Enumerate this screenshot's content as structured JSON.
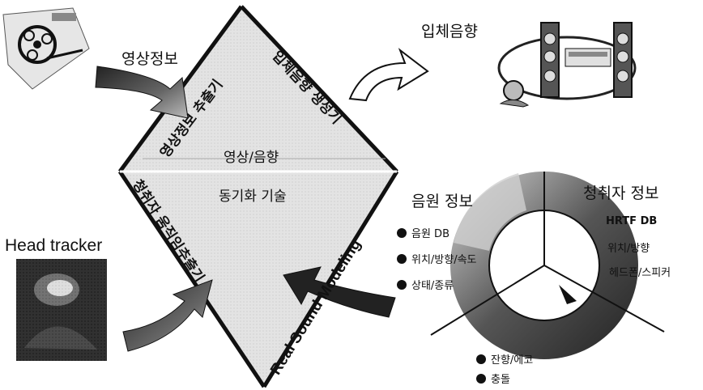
{
  "labels": {
    "video_info": "영상정보",
    "stereo_sound": "입체음향",
    "head_tracker": "Head tracker",
    "source_info": "음원 정보",
    "listener_info": "청취자 정보",
    "center_line1": "영상/음향",
    "center_line2": "동기화 기술",
    "edge_top_left": "영상정보 추출기",
    "edge_top_right": "입체음향 생성기",
    "edge_bottom_left": "청취자 움직임추출기",
    "edge_bottom_right": "Real Sound Modeling"
  },
  "source_items": [
    "음원 DB",
    "위치/방향/속도",
    "상태/종류"
  ],
  "listener_items": [
    "HRTF DB",
    "위치/방향",
    "헤드폰/스피커"
  ],
  "ring_items": [
    "잔향/에코",
    "충돌"
  ]
}
